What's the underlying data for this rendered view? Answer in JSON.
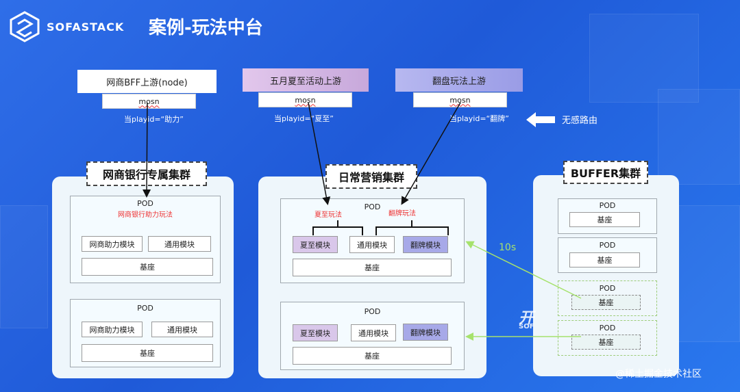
{
  "header": {
    "brand": "SOFASTACK",
    "title": "案例-玩法中台"
  },
  "upstreams": [
    {
      "label": "网商BFF上游(node)",
      "proxy": "mosn",
      "condition": "当playid=“助力”"
    },
    {
      "label": "五月夏至活动上游",
      "proxy": "mosn",
      "condition": "当playid=“夏至”"
    },
    {
      "label": "翻盘玩法上游",
      "proxy": "mosn",
      "condition": "当playid=“翻牌”"
    }
  ],
  "routing_label": "无感路由",
  "clusters": {
    "bank": {
      "title": "网商银行专属集群",
      "pods": [
        {
          "label": "POD",
          "feature": "网商银行助力玩法",
          "modules": [
            "网商助力模块",
            "通用模块"
          ],
          "base": "基座"
        },
        {
          "label": "POD",
          "modules": [
            "网商助力模块",
            "通用模块"
          ],
          "base": "基座"
        }
      ]
    },
    "marketing": {
      "title": "日常营销集群",
      "play_labels": [
        "夏至玩法",
        "翻牌玩法"
      ],
      "pods": [
        {
          "label": "POD",
          "modules": [
            "夏至模块",
            "通用模块",
            "翻牌模块"
          ],
          "base": "基座"
        },
        {
          "label": "POD",
          "modules": [
            "夏至模块",
            "通用模块",
            "翻牌模块"
          ],
          "base": "基座"
        }
      ]
    },
    "buffer": {
      "title": "BUFFER集群",
      "pods": [
        {
          "label": "POD",
          "base": "基座"
        },
        {
          "label": "POD",
          "base": "基座"
        },
        {
          "label": "POD",
          "base": "基座"
        },
        {
          "label": "POD",
          "base": "基座"
        }
      ]
    }
  },
  "scale_label": "10s",
  "background_logo": {
    "big": "开",
    "small": "SOF"
  },
  "watermark": "@稀土掘金技术社区",
  "colors": {
    "accent_green": "#a6e26c",
    "summer": "#d9c7ea",
    "flip": "#a7a9e8",
    "red_text": "#e33333"
  }
}
